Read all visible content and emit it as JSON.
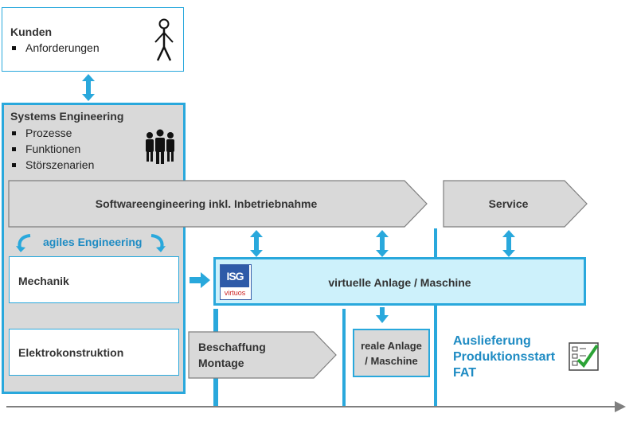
{
  "customers": {
    "title": "Kunden",
    "items": [
      "Anforderungen"
    ]
  },
  "systems_engineering": {
    "title": "Systems Engineering",
    "items": [
      "Prozesse",
      "Funktionen",
      "Störszenarien"
    ]
  },
  "software_phase": "Softwareengineering inkl. Inbetriebnahme",
  "service_phase": "Service",
  "agile": "agiles Engineering",
  "mechanics": "Mechanik",
  "electrical": "Elektrokonstruktion",
  "virtual_plant": "virtuelle Anlage / Maschine",
  "logo": {
    "top": "ISG",
    "bottom": "virtuos"
  },
  "procurement": {
    "line1": "Beschaffung",
    "line2": "Montage"
  },
  "real_plant": {
    "line1": "reale Anlage",
    "line2": "/ Maschine"
  },
  "delivery": {
    "line1": "Auslieferung",
    "line2": "Produktionsstart",
    "line3": "FAT"
  },
  "colors": {
    "accent": "#29A8DC",
    "accent_text": "#1E8BC3",
    "fill_gray": "#D9D9D9",
    "light_blue": "#CDF1FB",
    "border_gray": "#7F7F7F"
  },
  "icons": [
    "person-icon",
    "group-icon",
    "refresh-arrow-icon",
    "checklist-icon"
  ]
}
